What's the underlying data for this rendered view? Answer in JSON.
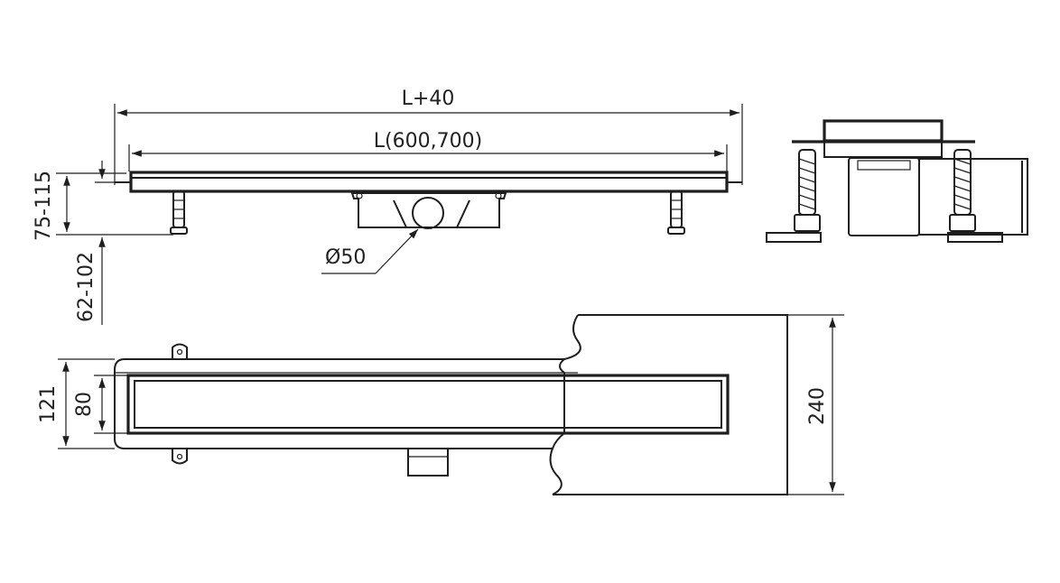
{
  "dimensions": {
    "overall_length": "L+40",
    "channel_length": "L(600,700)",
    "outlet_diameter": "Ø50",
    "frame_height_range": "75-115",
    "foot_height_range": "62-102",
    "frame_width": "121",
    "grate_width": "80",
    "total_width": "240"
  },
  "colors": {
    "line": "#1e1e1e",
    "background": "#ffffff"
  }
}
